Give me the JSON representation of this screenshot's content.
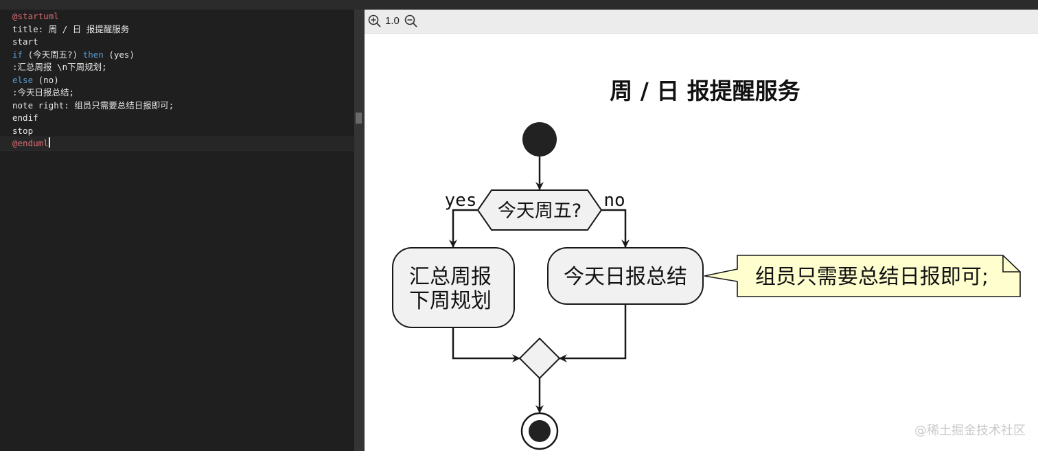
{
  "editor": {
    "lines": [
      {
        "parts": [
          {
            "t": "@startuml",
            "c": "kw-red"
          }
        ]
      },
      {
        "parts": [
          {
            "t": "title: 周 / 日 报提醒服务",
            "c": ""
          }
        ]
      },
      {
        "parts": [
          {
            "t": "start",
            "c": ""
          }
        ]
      },
      {
        "parts": [
          {
            "t": "if",
            "c": "kw"
          },
          {
            "t": " (今天周五?) ",
            "c": ""
          },
          {
            "t": "then",
            "c": "kw"
          },
          {
            "t": " (yes)",
            "c": ""
          }
        ]
      },
      {
        "parts": [
          {
            "t": ":汇总周报 \\n下周规划;",
            "c": ""
          }
        ]
      },
      {
        "parts": [
          {
            "t": "else",
            "c": "kw"
          },
          {
            "t": " (no)",
            "c": ""
          }
        ]
      },
      {
        "parts": [
          {
            "t": ":今天日报总结;",
            "c": ""
          }
        ]
      },
      {
        "parts": [
          {
            "t": "note right: 组员只需要总结日报即可;",
            "c": ""
          }
        ]
      },
      {
        "parts": [
          {
            "t": "endif",
            "c": ""
          }
        ]
      },
      {
        "parts": [
          {
            "t": "stop",
            "c": ""
          }
        ]
      },
      {
        "parts": [
          {
            "t": "@enduml",
            "c": "kw-red"
          }
        ]
      }
    ]
  },
  "preview": {
    "zoom": "1.0",
    "zoom_in_icon": "zoom-in-icon",
    "zoom_out_icon": "zoom-out-icon"
  },
  "diagram": {
    "title": "周 / 日 报提醒服务",
    "condition": "今天周五?",
    "yes_label": "yes",
    "no_label": "no",
    "yes_action_line1": "汇总周报",
    "yes_action_line2": "下周规划",
    "no_action": "今天日报总结",
    "note": "组员只需要总结日报即可;"
  },
  "watermark": "@稀土掘金技术社区",
  "colors": {
    "editor_bg": "#1f1f1f",
    "keyword": "#569cd6",
    "directive": "#e06c75",
    "note_bg": "#fefece",
    "activity_bg": "#f1f1f1"
  }
}
